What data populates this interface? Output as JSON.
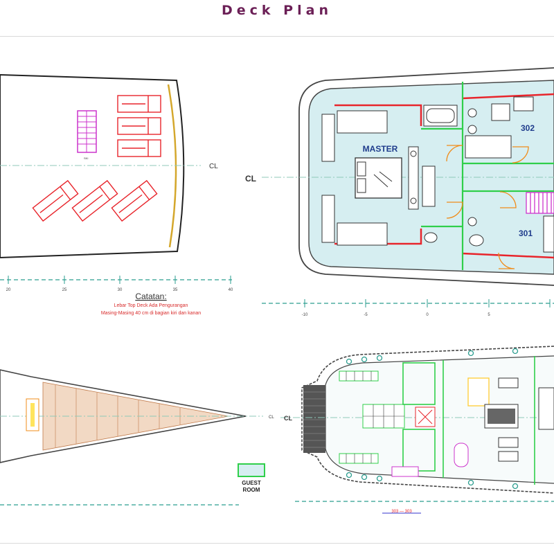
{
  "page_title": "Deck Plan",
  "centerline_label": "CL",
  "top_deck": {
    "lounger_label": "SKI",
    "scale_ticks": [
      "20",
      "25",
      "30",
      "35",
      "40"
    ],
    "note_title": "Catatan:",
    "note_lines": [
      "Lebar Top Deck Ada Pengurangan",
      "Masing-Masing 40 cm di bagian kiri dan kanan"
    ]
  },
  "cabin_deck": {
    "rooms": {
      "master": "MASTER",
      "cabin_302": "302",
      "cabin_301": "301"
    },
    "scale_ticks": [
      "-10",
      "-5",
      "0",
      "5"
    ]
  },
  "legend": {
    "guest_room_line1": "GUEST",
    "guest_room_line2": "ROOM"
  },
  "main_deck": {
    "bottom_ref": "303 — 303"
  },
  "colors": {
    "title": "#6b1f56",
    "cabin_fill": "#d6eef1",
    "furniture_red": "#e8242b",
    "stair_magenta": "#cc33cc",
    "wall_green": "#2fcf4a",
    "door_orange": "#f08c1a",
    "scale_teal": "#2a9d8f",
    "note_red": "#d82a2a",
    "room_label_blue": "#1f3c8c"
  }
}
